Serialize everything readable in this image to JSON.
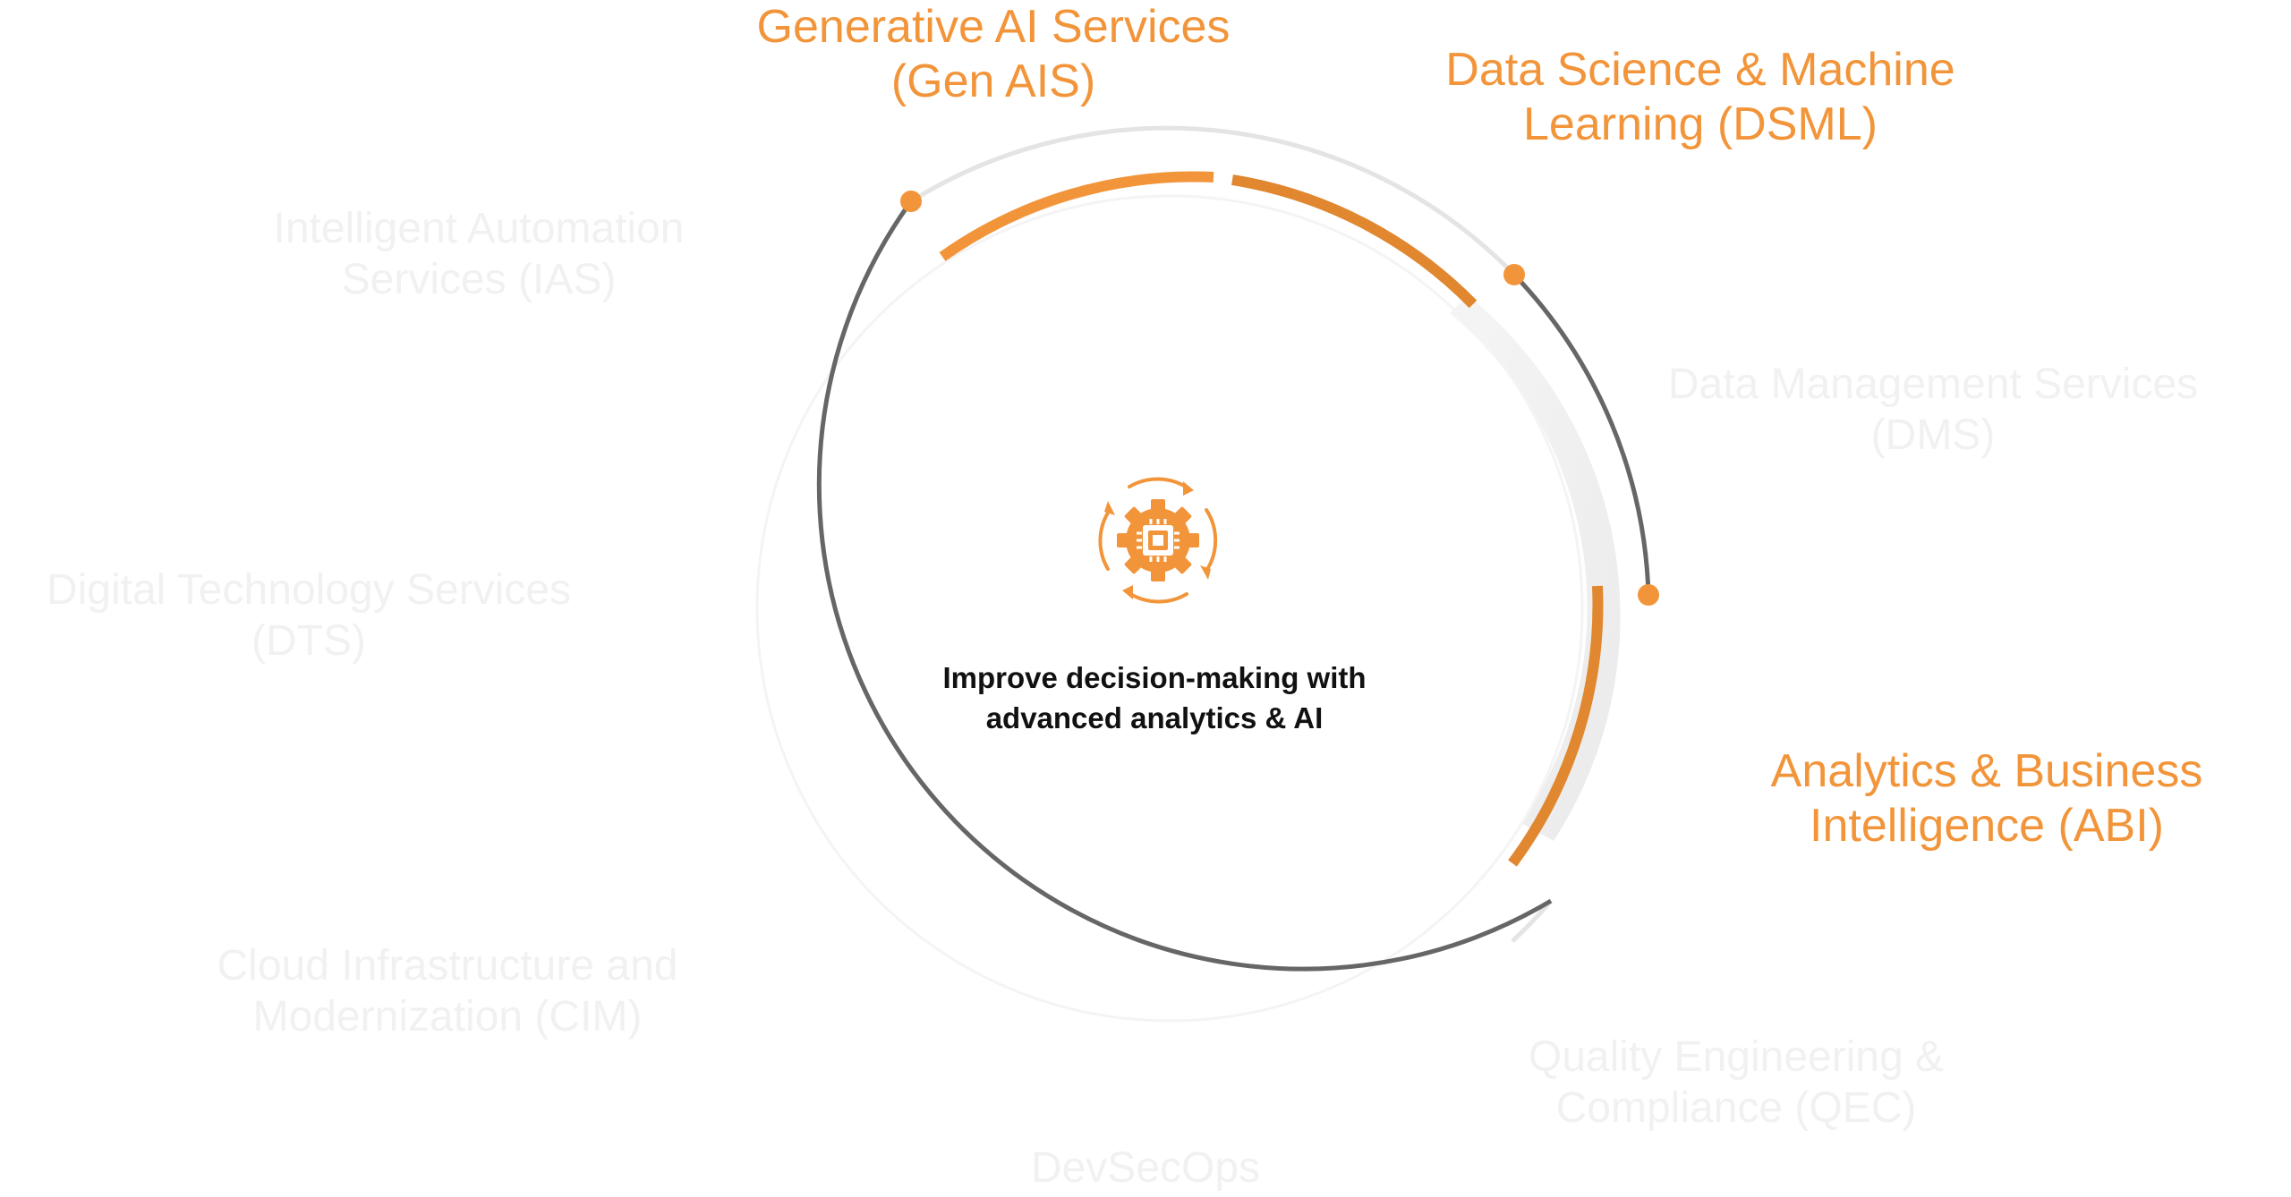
{
  "diagram": {
    "services": [
      {
        "id": "gen-ais",
        "lines": [
          "Generative AI Services",
          "(Gen AIS)"
        ],
        "state": "active"
      },
      {
        "id": "dsml",
        "lines": [
          "Data Science & Machine",
          "Learning (DSML)"
        ],
        "state": "active"
      },
      {
        "id": "dms",
        "lines": [
          "Data Management Services",
          "(DMS)"
        ],
        "state": "inactive"
      },
      {
        "id": "abi",
        "lines": [
          "Analytics & Business",
          "Intelligence (ABI)"
        ],
        "state": "active"
      },
      {
        "id": "qec",
        "lines": [
          "Quality Engineering &",
          "Compliance (QEC)"
        ],
        "state": "inactive"
      },
      {
        "id": "devsecops",
        "lines": [
          "DevSecOps"
        ],
        "state": "inactive"
      },
      {
        "id": "cim",
        "lines": [
          "Cloud Infrastructure and",
          "Modernization (CIM)"
        ],
        "state": "inactive"
      },
      {
        "id": "dts",
        "lines": [
          "Digital Technology Services",
          "(DTS)"
        ],
        "state": "inactive"
      },
      {
        "id": "ias",
        "lines": [
          "Intelligent Automation",
          "Services (IAS)"
        ],
        "state": "inactive"
      }
    ],
    "center": {
      "icon": "gear-chip-cycle-icon",
      "lines": [
        "Improve decision-making with",
        "advanced analytics & AI"
      ]
    }
  },
  "colors": {
    "accent": "#f2953a",
    "accent_dark": "#e0872f",
    "ring": "#666666",
    "ring_faint": "#e4e4e4",
    "inactive_text": "#f1f1f1",
    "center_text": "#111111"
  }
}
